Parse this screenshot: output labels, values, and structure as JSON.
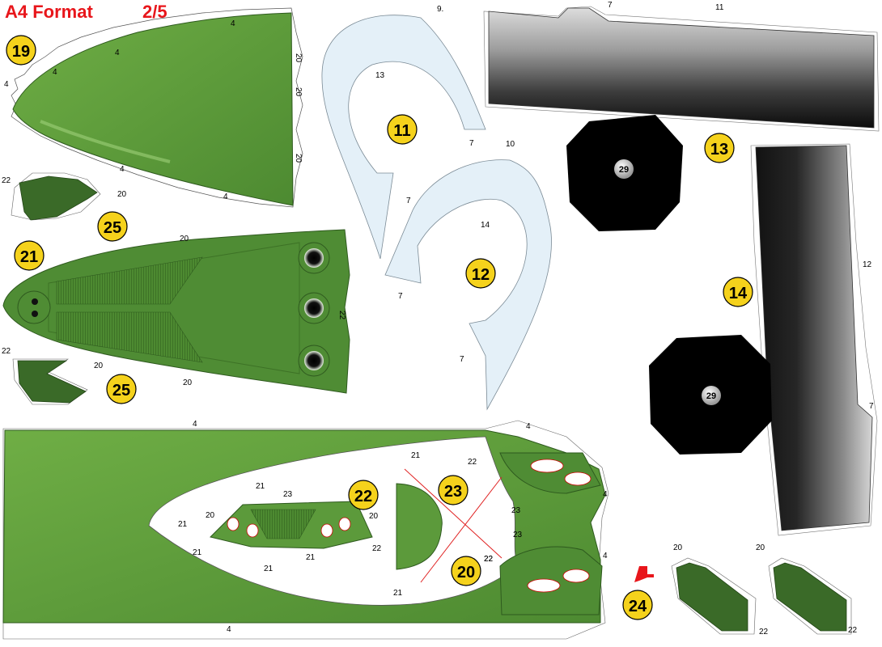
{
  "header": {
    "title": "A4 Format",
    "page": "2/5"
  },
  "badges": [
    "19",
    "25",
    "21",
    "25",
    "11",
    "12",
    "13",
    "14",
    "22",
    "23",
    "20",
    "24"
  ],
  "hubs": [
    "29",
    "29"
  ],
  "labels": {
    "p19": [
      "4",
      "4",
      "4",
      "4",
      "4",
      "4",
      "20",
      "20",
      "20"
    ],
    "p25a": [
      "22",
      "20"
    ],
    "p21": [
      "20",
      "22",
      "20"
    ],
    "p25b": [
      "22",
      "20"
    ],
    "p11": [
      "9.",
      "13",
      "7",
      "7"
    ],
    "p12": [
      "10",
      "14",
      "7",
      "7"
    ],
    "p13": [
      "7",
      "11"
    ],
    "p14": [
      "12",
      "7"
    ],
    "p4big": [
      "4",
      "4",
      "4",
      "4",
      "22",
      "22",
      "23",
      "23",
      "21",
      "21",
      "21",
      "21",
      "21",
      "21",
      "23",
      "21",
      "20",
      "20",
      "22",
      "22",
      "21"
    ],
    "p24": [
      "20",
      "20",
      "22",
      "22"
    ]
  },
  "colors": {
    "title": "#e8161b",
    "green": "#5c9a3b",
    "dark_green": "#3a6a28",
    "ice": "#e4f0f8",
    "badge": "#f5d21c"
  }
}
